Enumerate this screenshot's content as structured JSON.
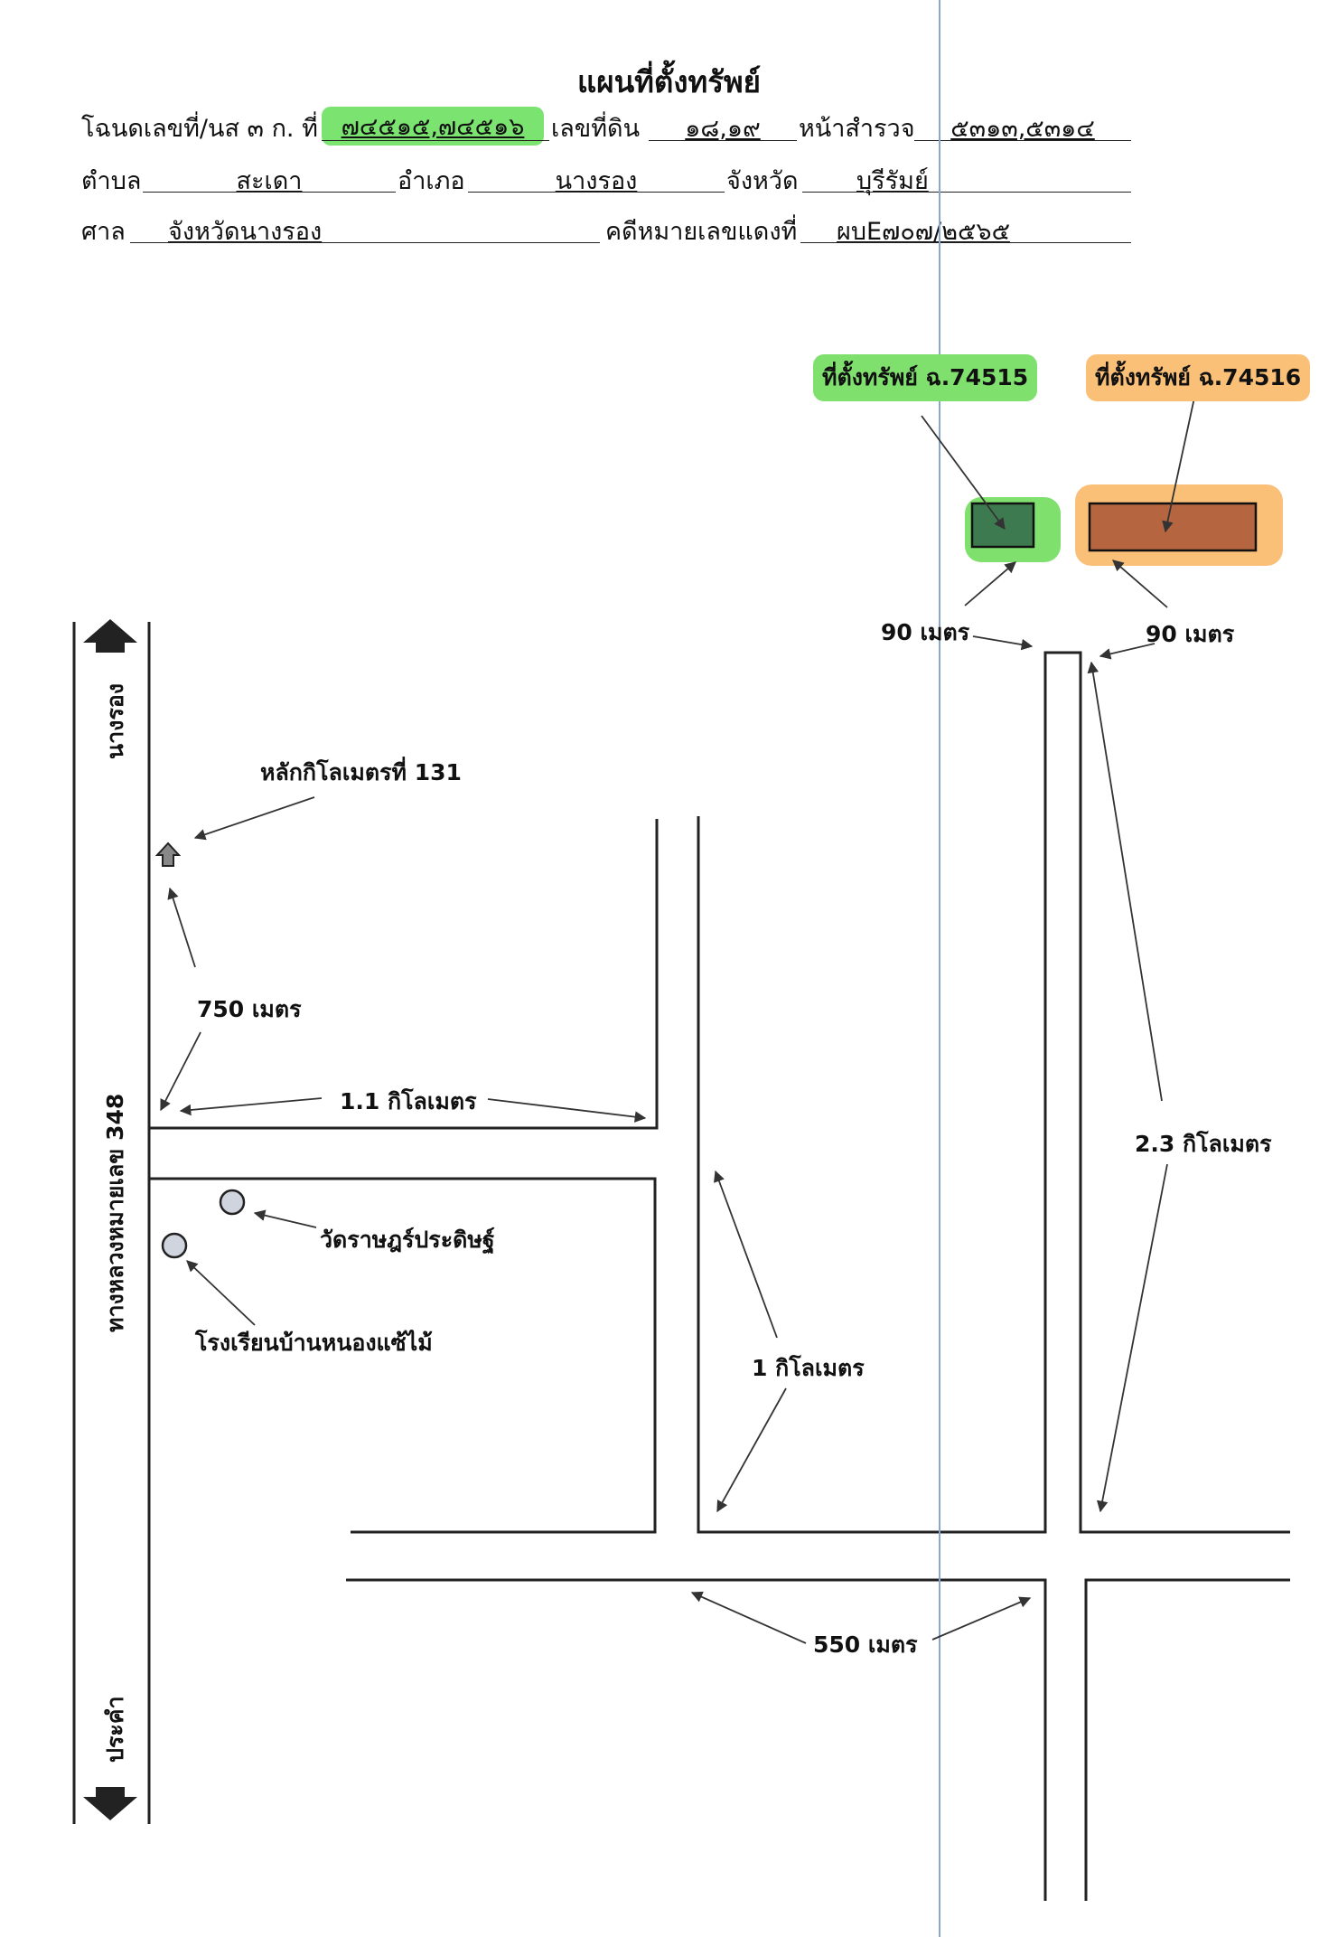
{
  "title": "แผนที่ตั้งทรัพย์",
  "header": {
    "deed_label": "โฉนดเลขที่/นส ๓ ก. ที่",
    "deed_value": "๗๔๕๑๕,๗๔๕๑๖",
    "land_no_label": "เลขที่ดิน",
    "land_no_value": "๑๘,๑๙",
    "survey_page_label": "หน้าสำรวจ",
    "survey_page_value": "๕๓๑๓,๕๓๑๔",
    "subdistrict_label": "ตำบล",
    "subdistrict_value": "สะเดา",
    "district_label": "อำเภอ",
    "district_value": "นางรอง",
    "province_label": "จังหวัด",
    "province_value": "บุรีรัมย์",
    "court_label": "ศาล",
    "court_value": "จังหวัดนางรอง",
    "case_label": "คดีหมายเลขแดงที่",
    "case_value": "ผบE๗๐๗/๒๕๖๕"
  },
  "map": {
    "property_1": {
      "label": "ที่ตั้งทรัพย์ ฉ.74515",
      "color": "#3e7a4f",
      "highlight": "#7fe06e"
    },
    "property_2": {
      "label": "ที่ตั้งทรัพย์ ฉ.74516",
      "color": "#b5653f",
      "highlight": "#fbc078"
    },
    "highway_label": "ทางหลวงหมายเลข 348",
    "direction_north": "นางรอง",
    "direction_south": "ประคำ",
    "km_marker_label": "หลักกิโลเมตรที่ 131",
    "temple_label": "วัดราษฎร์ประดิษฐ์",
    "school_label": "โรงเรียนบ้านหนองแซ้ไม้",
    "distances": {
      "d750": "750 เมตร",
      "d1_1km": "1.1 กิโลเมตร",
      "d1km": "1 กิโลเมตร",
      "d550": "550 เมตร",
      "d2_3km": "2.3 กิโลเมตร",
      "d90_left": "90 เมตร",
      "d90_right": "90 เมตร"
    }
  }
}
